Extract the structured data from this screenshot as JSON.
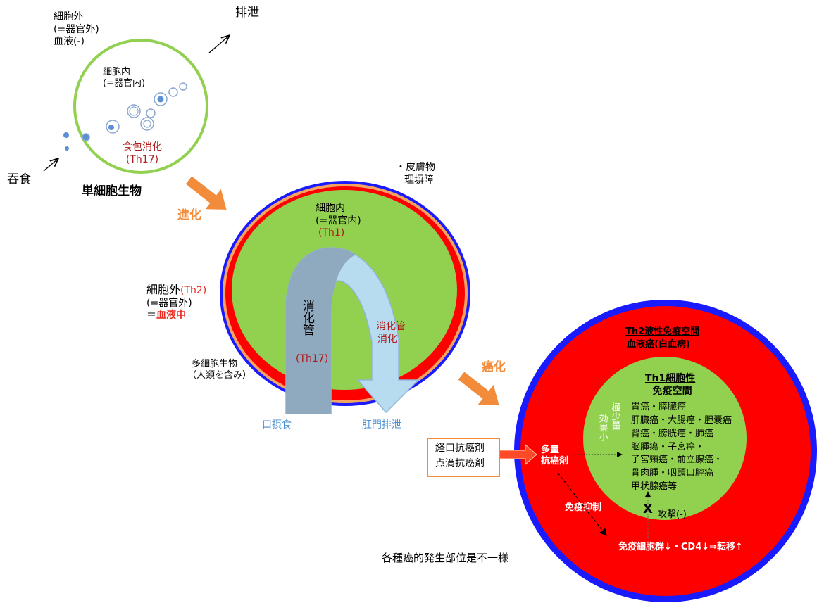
{
  "colors": {
    "green": "#92d050",
    "light_green": "#8fd14f",
    "red": "#ff0000",
    "blue": "#1a1aff",
    "orange": "#f28c3b",
    "cell_blue": "#5b8fd6",
    "arrow_gray": "#8fa9bf",
    "arrow_light": "#b7dcef"
  },
  "single_cell": {
    "outside_l1": "細胞外",
    "outside_l2": "(=器官外)",
    "outside_l3": "血液(-)",
    "excrete": "排泄",
    "inside_l1": "細胞内",
    "inside_l2": "(=器官内)",
    "phago_l1": "食包消化",
    "phago_l2": "(Th17)",
    "ingest": "吞食",
    "title": "単細胞生物"
  },
  "evolution": "進化",
  "multi_cell": {
    "skin_l1": "・皮膚物",
    "skin_l2": "理塀障",
    "inside_l1": "細胞内",
    "inside_l2": "(=器官内)",
    "inside_l3": "(Th1)",
    "outside_l1": "細胞外",
    "outside_th2": "(Th2)",
    "outside_l2": "(=器官外)",
    "outside_eq": "＝",
    "outside_blood": "血液中",
    "gut_vertical": "消化管",
    "gut_th17": "(Th17)",
    "gut_digest_l1": "消化管",
    "gut_digest_l2": "消化",
    "organism_l1": "多細胞生物",
    "organism_l2": "（人類を含み）",
    "mouth": "口摂食",
    "anus": "肛門排泄"
  },
  "cancer_label": "癌化",
  "cancer": {
    "th2_space": "Th2液性免疫空間",
    "blood_cancer": "血液癌(白血病)",
    "th1_l1": "Th1細胞性",
    "th1_l2": "免疫空間",
    "effect_col1": "効果小",
    "effect_col2": "極少量",
    "cancers": [
      "胃癌・膵臓癌",
      "肝臓癌・大腸癌・胆嚢癌",
      "腎癌・膀胱癌・肺癌",
      "脳腫瘍・子宮癌・",
      "子宮頸癌・前立腺癌・",
      "骨肉腫・咽頭口腔癌",
      "甲状腺癌等"
    ],
    "attack_x": "X",
    "attack": "攻撃(-)",
    "massive_l1": "多量",
    "massive_l2": "抗癌剤",
    "immunosuppress": "免疫抑制",
    "metastasis": "免疫細胞群↓・CD4↓⇒転移↑"
  },
  "drug_box": {
    "oral": "経口抗癌剤",
    "iv": "点滴抗癌剤"
  },
  "caption": "各種癌的発生部位是不一様"
}
